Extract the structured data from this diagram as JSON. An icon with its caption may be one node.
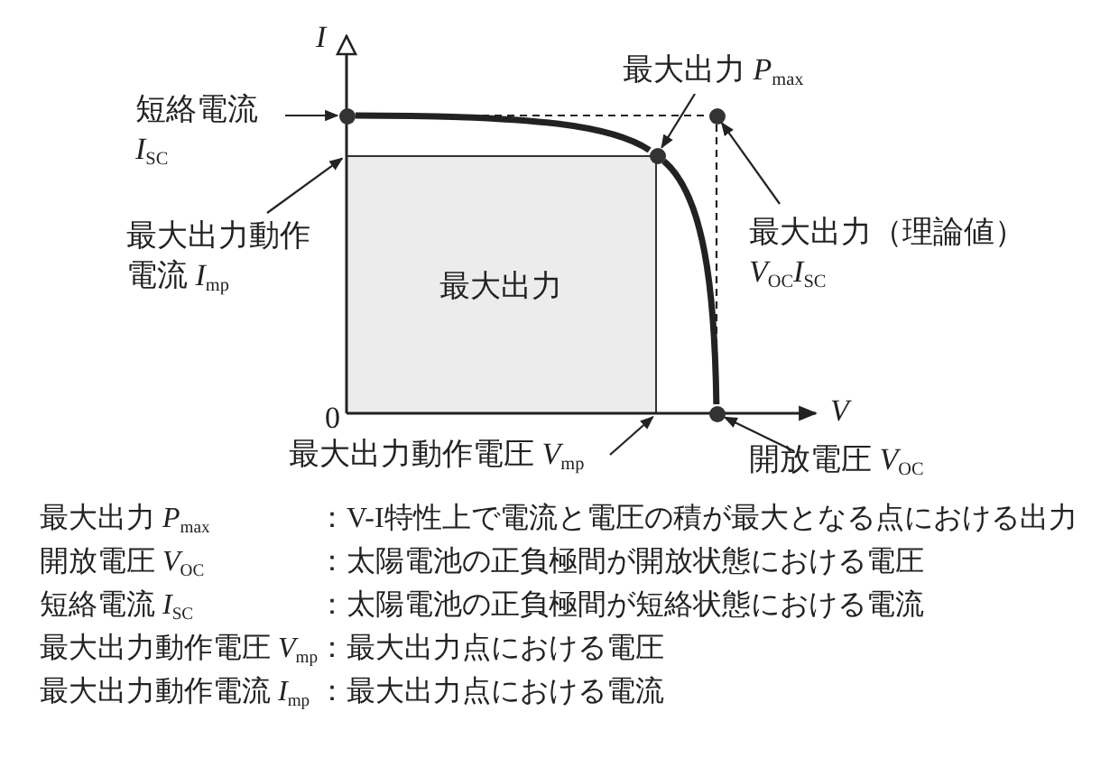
{
  "diagram": {
    "nodes": [
      {
        "text": [
          "短絡電流 *I*$_{SC}$"
        ]
      },
      {
        "text": [],
        "shape": "circle"
      },
      {
        "text": [
          "最大出力 *P*$_{max}$"
        ]
      },
      {
        "text": [],
        "shape": "circle"
      },
      {
        "text": [
          "最大出力（理論値） *V*$_{OC}$*I*$_{SC}$"
        ]
      },
      {
        "text": [],
        "shape": "circle"
      },
      {
        "text": [
          "最大出力動作電流 *I*$_{mp}$"
        ]
      },
      {
        "text": [
          "最大出力動作電圧 *V*$_{mp}$"
        ]
      },
      {
        "text": [
          "開放電圧 *V*$_{OC}$"
        ]
      },
      {
        "text": [],
        "shape": "circle"
      },
      {
        "text": [
          "最大出力"
        ]
      }
    ],
    "edges": [
      {
        "from": 0,
        "to": 1,
        "arrow": "to"
      },
      {
        "from": 2,
        "to": 3,
        "arrow": "to"
      },
      {
        "from": 4,
        "to": 5,
        "arrow": "to"
      },
      {
        "from": 6,
        "to": 10,
        "arrow": "to"
      },
      {
        "from": 7,
        "to": 10,
        "arrow": "to"
      },
      {
        "from": 8,
        "to": 9,
        "arrow": "to"
      },
      {
        "from": 1,
        "to": 5,
        "arrow": "none",
        "style": "dashed"
      },
      {
        "from": 5,
        "to": 9,
        "arrow": "none",
        "style": "dashed"
      },
      {
        "from": 1,
        "to": 3,
        "arrow": "none",
        "style": "thick"
      },
      {
        "from": 3,
        "to": 9,
        "arrow": "none",
        "style": "thick"
      }
    ],
    "labels": [
      "*I*",
      "0",
      "*V*",
      "最大出力 *P*$_{max}$",
      "：V-I特性上で電流と電圧の積が最大となる点における出力",
      "開放電圧 *V*$_{OC}$",
      "：太陽電池の正負極間が開放状態における電圧",
      "短絡電流 *I*$_{SC}$",
      "：太陽電池の正負極間が短絡状態における電流",
      "最大出力動作電圧 *V*$_{mp}$",
      "：最大出力点における電圧",
      "最大出力動作電流 *I*$_{mp}$",
      "：最大出力点における電流"
    ]
  }
}
